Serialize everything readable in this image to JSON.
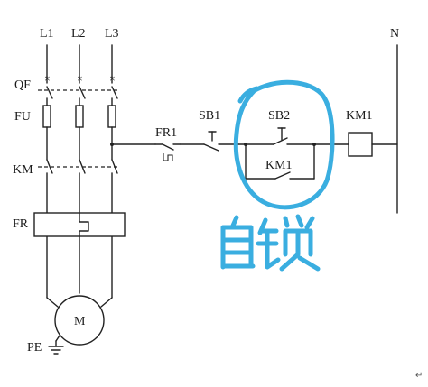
{
  "labels": {
    "l1": "L1",
    "l2": "L2",
    "l3": "L3",
    "n": "N",
    "qf": "QF",
    "fu": "FU",
    "km_main": "KM",
    "fr_main": "FR",
    "pe": "PE",
    "motor": "M",
    "fr1": "FR1",
    "sb1": "SB1",
    "sb2": "SB2",
    "km1_coil": "KM1",
    "km1_aux": "KM1"
  },
  "annotation": {
    "handwritten_text": "自锁",
    "color": "#3aaee0"
  },
  "colors": {
    "line": "#222222",
    "annotation": "#3aaee0",
    "background": "#ffffff"
  },
  "corner_mark": "↵"
}
